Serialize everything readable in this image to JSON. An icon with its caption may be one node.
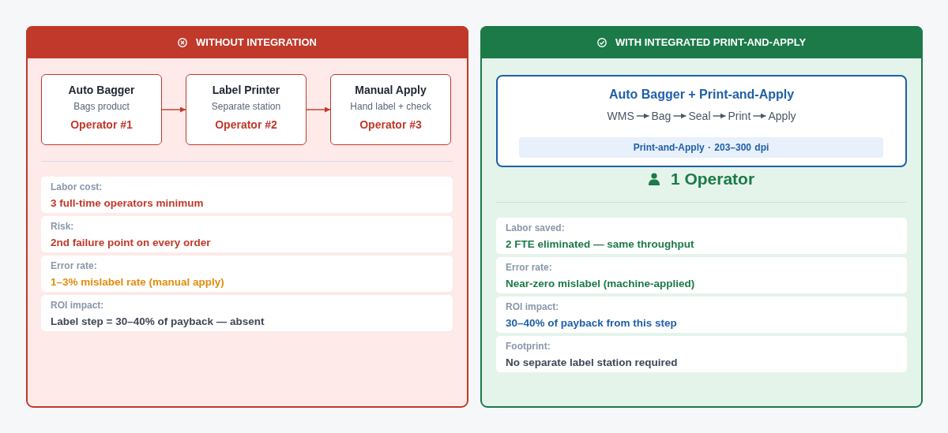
{
  "diagram": {
    "nodes": [
      {
        "text": [
          "WITHOUT INTEGRATION"
        ]
      },
      {
        "text": [
          "Auto Bagger",
          "Bags product",
          "Operator #1"
        ],
        "in": 0
      },
      {
        "text": [
          "Label Printer",
          "Separate station",
          "Operator #2"
        ],
        "in": 0
      },
      {
        "text": [
          "Manual Apply",
          "Hand label + check",
          "Operator #3"
        ],
        "in": 0
      },
      {
        "text": [
          "Labor cost:",
          "3 full-time operators minimum"
        ],
        "in": 0
      },
      {
        "text": [
          "Risk:",
          "2nd failure point on every order"
        ],
        "in": 0
      },
      {
        "text": [
          "Error rate:",
          "1–3% mislabel rate (manual apply)"
        ],
        "in": 0
      },
      {
        "text": [
          "ROI impact:",
          "Label step = 30–40% of payback — absent"
        ],
        "in": 0
      },
      {
        "text": [
          "WITH INTEGRATED PRINT-AND-APPLY"
        ]
      },
      {
        "text": [
          "Auto Bagger + Print-and-Apply"
        ],
        "in": 8
      },
      {
        "text": [
          "WMS"
        ],
        "in": 9
      },
      {
        "text": [
          "Bag"
        ],
        "in": 9
      },
      {
        "text": [
          "Seal"
        ],
        "in": 9
      },
      {
        "text": [
          "Print"
        ],
        "in": 9
      },
      {
        "text": [
          "Apply"
        ],
        "in": 9
      },
      {
        "text": [
          "Print-and-Apply · 203–300 dpi"
        ],
        "in": 9
      },
      {
        "text": [
          "Labor saved:",
          "2 FTE eliminated — same throughput"
        ],
        "in": 8
      },
      {
        "text": [
          "Error rate:",
          "Near-zero mislabel (machine-applied)"
        ],
        "in": 8
      },
      {
        "text": [
          "ROI impact:",
          "30–40% of payback from this step"
        ],
        "in": 8
      },
      {
        "text": [
          "Footprint:",
          "No separate label station required"
        ],
        "in": 8
      }
    ],
    "edges": [
      {
        "from": 1,
        "to": 2,
        "arrow": "to",
        "color": "#c0392b"
      },
      {
        "from": 2,
        "to": 3,
        "arrow": "to",
        "color": "#c0392b"
      },
      {
        "from": 10,
        "to": 11,
        "arrow": "to"
      },
      {
        "from": 11,
        "to": 12,
        "arrow": "to"
      },
      {
        "from": 12,
        "to": 13,
        "arrow": "to"
      },
      {
        "from": 13,
        "to": 14,
        "arrow": "to"
      }
    ],
    "labels": [
      "1 Operator"
    ]
  }
}
